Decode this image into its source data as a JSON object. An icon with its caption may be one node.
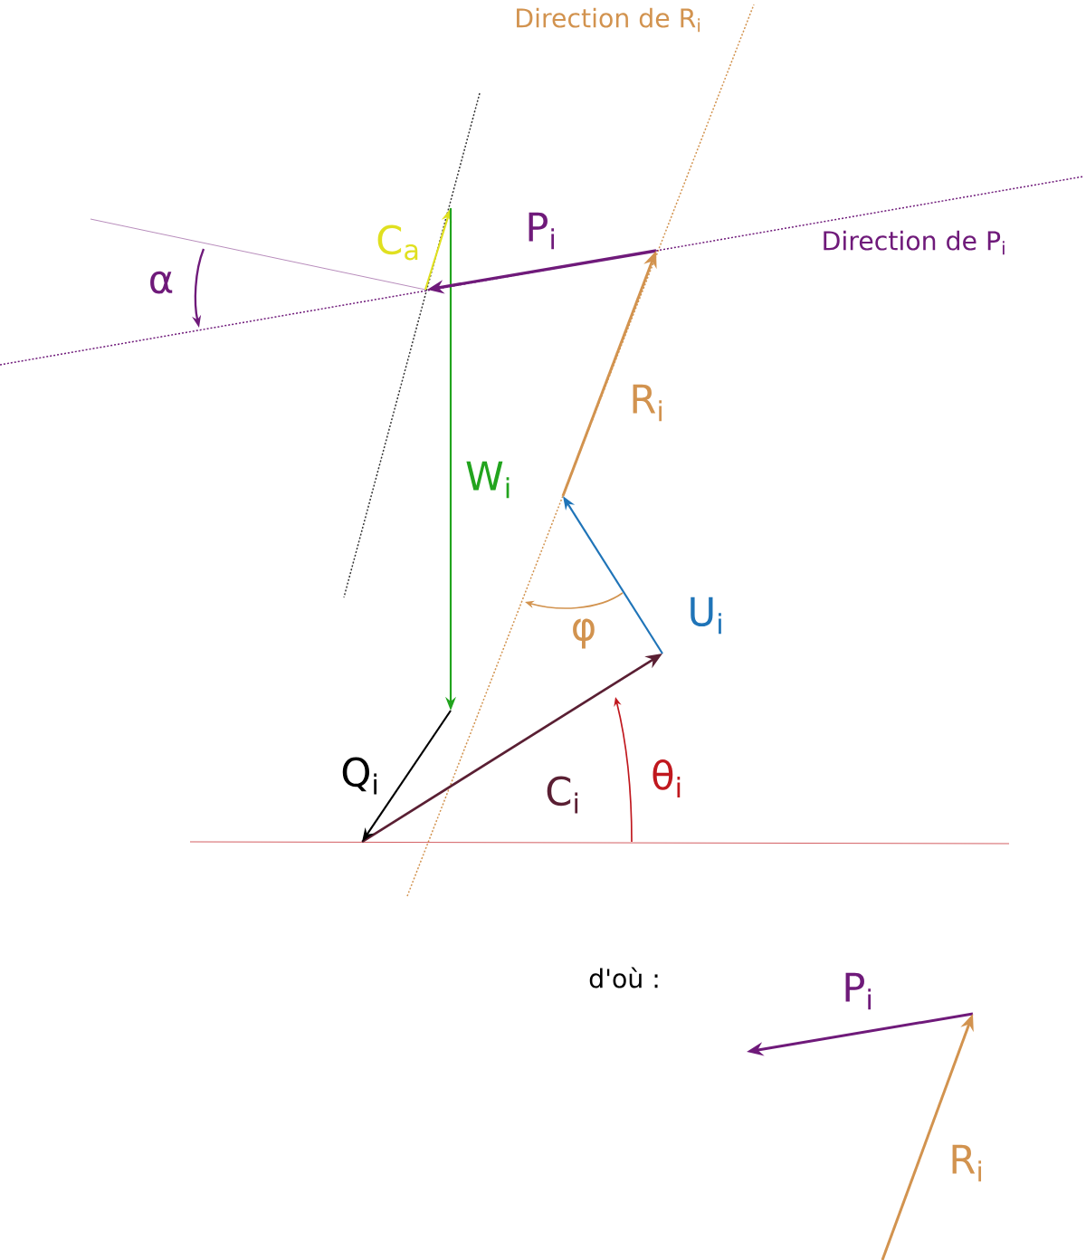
{
  "diagram": {
    "labels": [
      "Direction de R$_{i}$",
      "C$_{a}$",
      "P$_{i}$",
      "Direction de P$_{i}$",
      "α",
      "R$_{i}$",
      "W$_{i}$",
      "U$_{i}$",
      "φ",
      "Q$_{i}$",
      "C$_{i}$",
      "θ$_{i}$",
      "d'où :",
      "P$_{i}$",
      "R$_{i}$"
    ]
  }
}
